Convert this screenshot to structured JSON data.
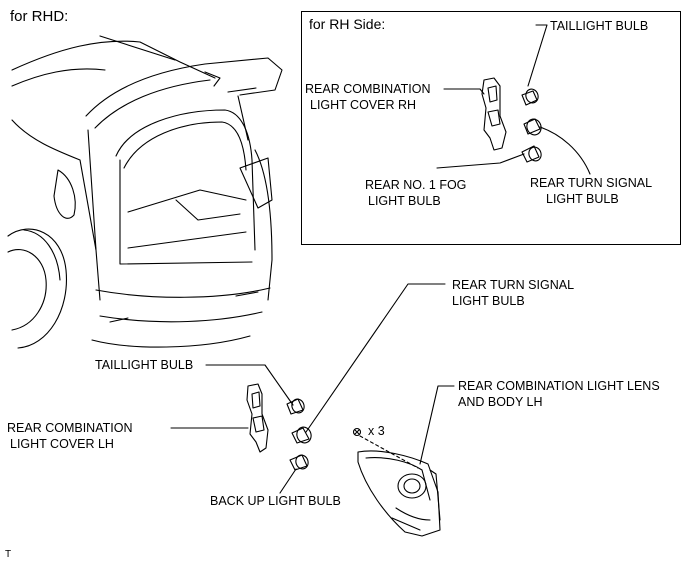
{
  "page_title": "for RHD:",
  "inset": {
    "title": "for RH Side:",
    "labels": {
      "taillight_bulb": "TAILLIGHT BULB",
      "cover_rh_1": "REAR COMBINATION",
      "cover_rh_2": "LIGHT COVER RH",
      "fog_1": "REAR NO. 1 FOG",
      "fog_2": "LIGHT BULB",
      "turn_1": "REAR TURN SIGNAL",
      "turn_2": "LIGHT BULB"
    }
  },
  "main_labels": {
    "turn_1": "REAR TURN SIGNAL",
    "turn_2": "LIGHT BULB",
    "taillight_bulb": "TAILLIGHT BULB",
    "lens_1": "REAR COMBINATION LIGHT LENS",
    "lens_2": "AND BODY LH",
    "cover_lh_1": "REAR COMBINATION",
    "cover_lh_2": "LIGHT COVER LH",
    "screw_count": "x 3",
    "backup_bulb": "BACK UP LIGHT BULB"
  },
  "footer_mark": "T"
}
